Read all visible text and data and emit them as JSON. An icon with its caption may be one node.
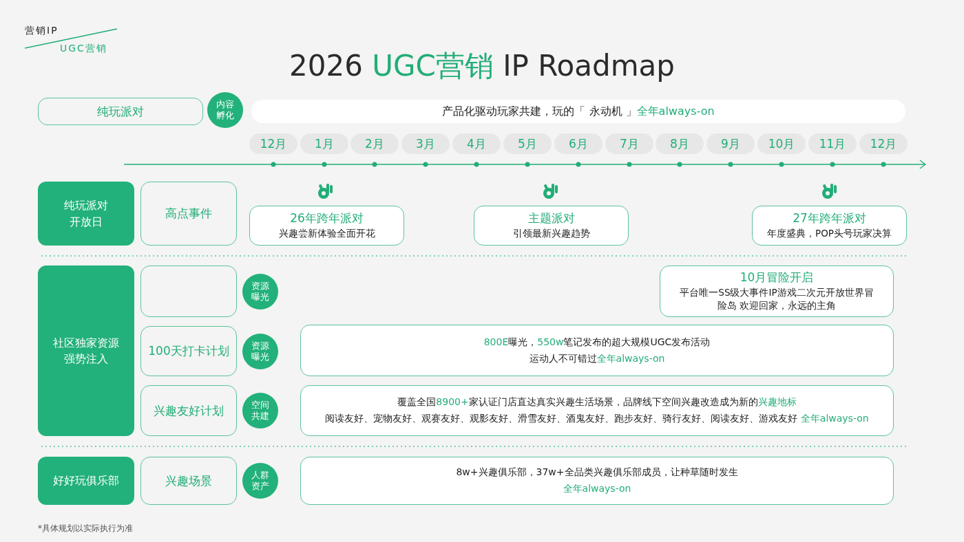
{
  "diagram": {
    "title": "2026 **UGC营销** IP Roadmap",
    "nodes": [
      {
        "text": [
          "纯玩派对"
        ]
      },
      {
        "text": [
          "内容孵化"
        ]
      },
      {
        "text": [
          "产品化驱动玩家共建，玩的「 永动机 」**全年always-on**"
        ]
      },
      {
        "text": [
          "12月"
        ]
      },
      {
        "text": [
          "1月"
        ]
      },
      {
        "text": [
          "2月"
        ]
      },
      {
        "text": [
          "3月"
        ]
      },
      {
        "text": [
          "4月"
        ]
      },
      {
        "text": [
          "5月"
        ]
      },
      {
        "text": [
          "6月"
        ]
      },
      {
        "text": [
          "7月"
        ]
      },
      {
        "text": [
          "8月"
        ]
      },
      {
        "text": [
          "9月"
        ]
      },
      {
        "text": [
          "10月"
        ]
      },
      {
        "text": [
          "11月"
        ]
      },
      {
        "text": [
          "12月"
        ]
      },
      {
        "text": [
          "纯玩派对开放日"
        ]
      },
      {
        "text": [
          "高点事件"
        ]
      },
      {
        "text": [
          "26年跨年派对",
          "兴趣尝新体验全面开花"
        ]
      },
      {
        "text": [
          "主题派对",
          "引领最新兴趣趋势"
        ]
      },
      {
        "text": [
          "27年跨年派对",
          "年度盛典，POP头号玩家决算"
        ]
      },
      {
        "text": [
          "社区独家资源强势注入"
        ]
      },
      {
        "text": [],
        "shape": "box"
      },
      {
        "text": [
          "资源曝光"
        ]
      },
      {
        "text": [
          "100天打卡计划"
        ]
      },
      {
        "text": [
          "资源曝光"
        ]
      },
      {
        "text": [
          "兴趣友好计划"
        ]
      },
      {
        "text": [
          "空间共建"
        ]
      },
      {
        "text": [
          "10月冒险开启",
          "平台唯一SS级大事件IP游戏二次元开放世界冒险岛 欢迎回家，永远的主角"
        ]
      },
      {
        "text": [
          "**800E**曝光，**550w**笔记发布的超大规模UGC发布活动",
          "运动人不可错过**全年always-on**"
        ]
      },
      {
        "text": [
          "覆盖全国**8900+**家认证门店直达真实兴趣生活场景，品牌线下空间兴趣改造成为新的**兴趣地标**",
          "阅读友好、宠物友好、观赛友好、观影友好、滑雪友好、酒鬼友好、跑步友好、骑行友好、阅读友好、游戏友好 **全年always-on**"
        ]
      },
      {
        "text": [
          "好好玩俱乐部"
        ]
      },
      {
        "text": [
          "兴趣场景"
        ]
      },
      {
        "text": [
          "人群资产"
        ]
      },
      {
        "text": [
          "8w+兴趣俱乐部，37w+全品类兴趣俱乐部成员，让种草随时发生",
          "**全年always-on**"
        ]
      }
    ],
    "labels": [
      "营销IP",
      "UGC营销",
      "*具体规划以实际执行为准"
    ]
  }
}
